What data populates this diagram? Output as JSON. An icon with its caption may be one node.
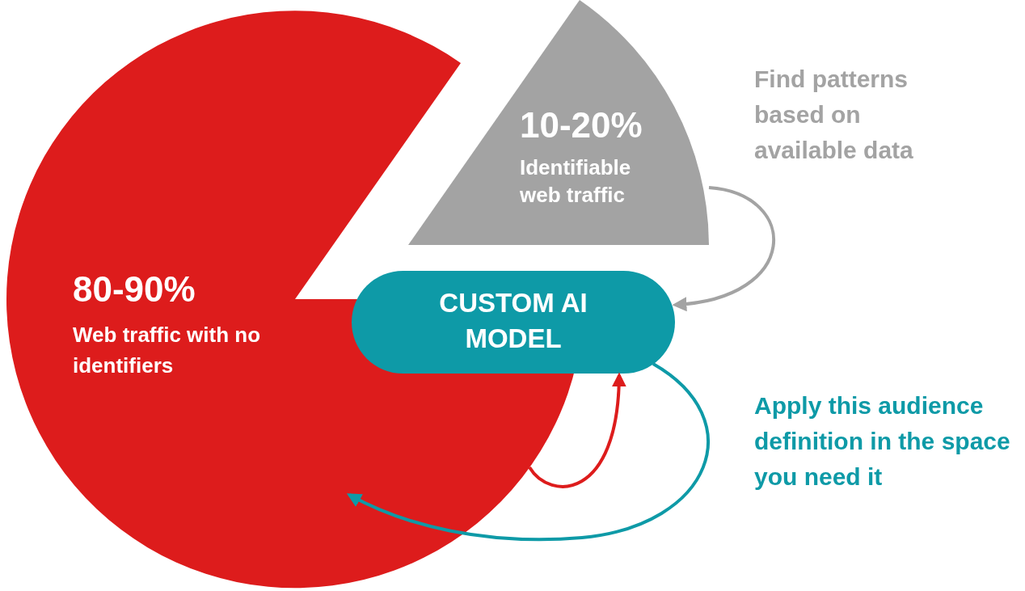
{
  "diagram": {
    "nodes": [
      {
        "text": [
          "80-90%",
          "Web traffic with no identifiers"
        ]
      },
      {
        "text": [
          "10-20%",
          "Identifiable web traffic"
        ]
      },
      {
        "text": [
          "CUSTOM AI MODEL"
        ]
      }
    ],
    "edges": [
      {
        "from": 1,
        "to": 2,
        "arrow": "to",
        "color": "#a3a3a3"
      },
      {
        "from": 0,
        "to": 2,
        "arrow": "to",
        "color": "#dd1c1c"
      },
      {
        "from": 2,
        "to": 0,
        "arrow": "to",
        "color": "#0e9aa7"
      }
    ],
    "labels": [
      "Find patterns based on available data",
      "Apply this audience definition in the space you need it"
    ]
  }
}
